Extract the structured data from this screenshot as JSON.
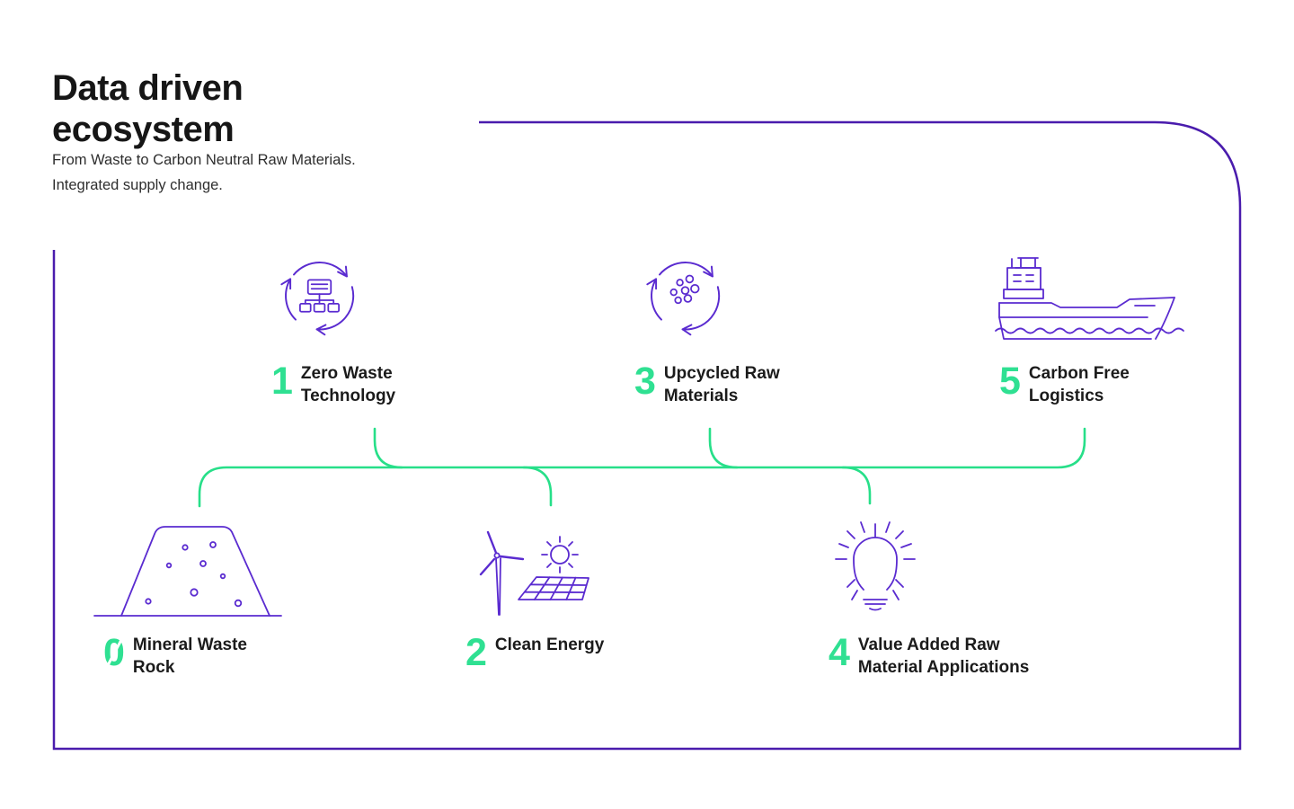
{
  "header": {
    "title": "Data driven ecosystem",
    "subtitle_line1": "From Waste to Carbon Neutral Raw Materials.",
    "subtitle_line2": "Integrated supply change."
  },
  "colors": {
    "frame_purple": "#4A1CAD",
    "icon_purple": "#5A2BD0",
    "connector_green": "#27DF89",
    "number_green": "#2FE092",
    "text_dark": "#1b1b1b"
  },
  "items": [
    {
      "number": "0",
      "label_line1": "Mineral Waste",
      "label_line2": "Rock",
      "icon": "mineral-waste-pile-icon"
    },
    {
      "number": "1",
      "label_line1": "Zero Waste",
      "label_line2": "Technology",
      "icon": "recycle-flowchart-icon"
    },
    {
      "number": "2",
      "label_line1": "Clean Energy",
      "label_line2": "",
      "icon": "wind-solar-icon"
    },
    {
      "number": "3",
      "label_line1": "Upcycled Raw",
      "label_line2": "Materials",
      "icon": "recycle-particles-icon"
    },
    {
      "number": "4",
      "label_line1": "Value Added Raw",
      "label_line2": "Material Applications",
      "icon": "lightbulb-icon"
    },
    {
      "number": "5",
      "label_line1": "Carbon Free",
      "label_line2": "Logistics",
      "icon": "cargo-ship-icon"
    }
  ]
}
